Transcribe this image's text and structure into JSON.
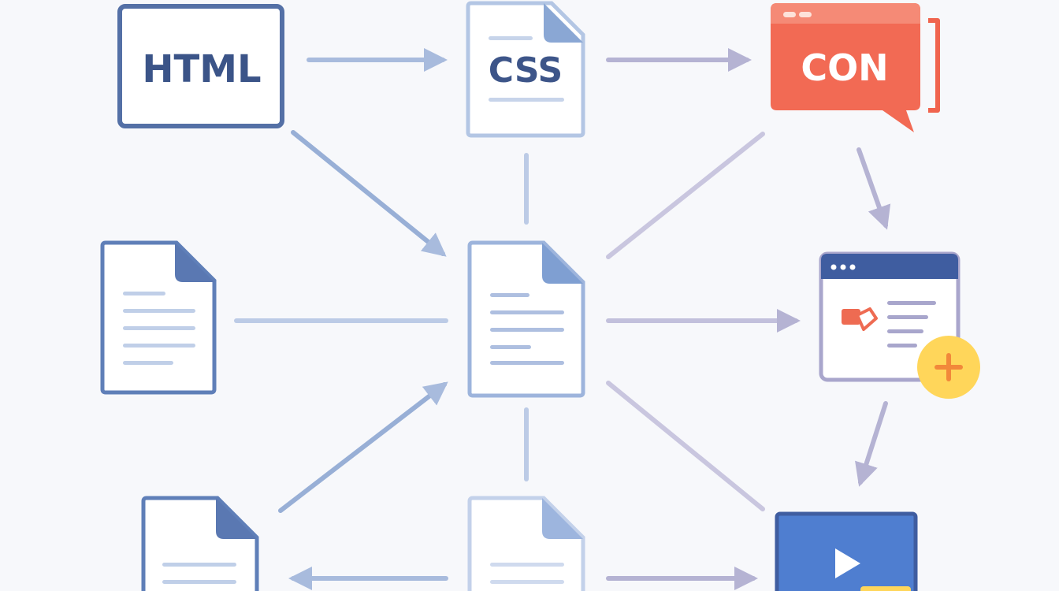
{
  "nodes": {
    "html": {
      "label": "HTML"
    },
    "css": {
      "label": "CSS"
    },
    "con": {
      "label": "CON"
    }
  },
  "colors": {
    "navy": "#3f5a91",
    "blue": "#5b7cb8",
    "light_blue": "#9cb3d8",
    "connector": "#a8bbdd",
    "lavender": "#b5b3d3",
    "coral": "#f26a54",
    "video_blue": "#4f7ed0",
    "plus_yellow": "#ffd65a",
    "plus_orange": "#f2883a"
  },
  "icons": [
    "html-box",
    "css-document-icon",
    "con-speech-bubble-icon",
    "document-icon",
    "browser-window-icon",
    "plus-badge-icon",
    "video-play-icon"
  ]
}
